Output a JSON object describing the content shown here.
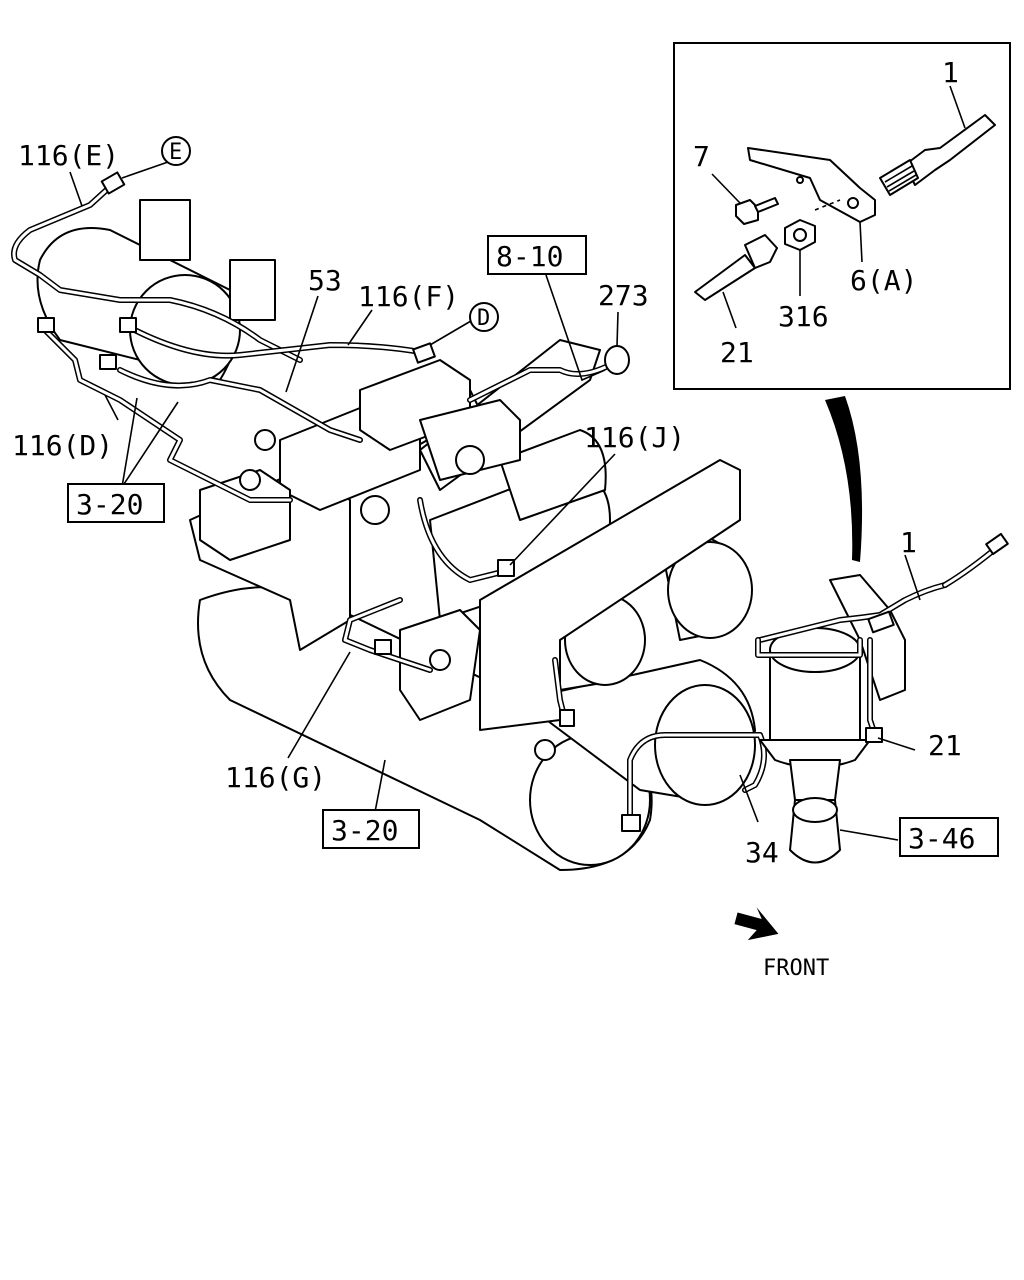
{
  "callouts": {
    "p116e": "116(E)",
    "p116f": "116(F)",
    "p116d": "116(D)",
    "p116g": "116(G)",
    "p116j": "116(J)",
    "p53": "53",
    "p273": "273",
    "p1_inset": "1",
    "p7": "7",
    "p6a": "6(A)",
    "p316": "316",
    "p21_inset": "21",
    "p1_main": "1",
    "p21_main": "21",
    "p34": "34"
  },
  "connectors": {
    "e": "E",
    "d": "D"
  },
  "references": {
    "r810": "8-10",
    "r320_left": "3-20",
    "r320_bottom": "3-20",
    "r346": "3-46"
  },
  "direction": {
    "front": "FRONT"
  },
  "icons": {
    "front_arrow": "arrow-right-down-icon"
  }
}
